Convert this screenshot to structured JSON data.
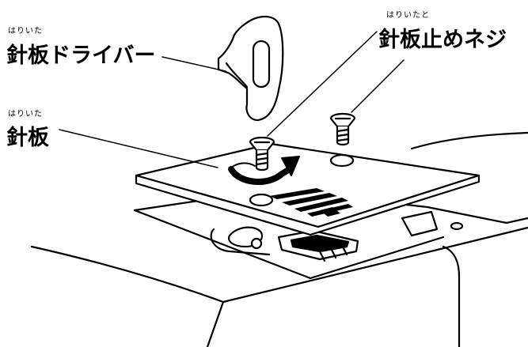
{
  "labels": {
    "driver": {
      "ruby": "はりいた",
      "text": "針板ドライバー"
    },
    "plate": {
      "ruby": "はりいた",
      "text": "針板"
    },
    "screw": {
      "ruby": "はりいたと",
      "text": "針板止めネジ"
    }
  },
  "colors": {
    "line": "#000000",
    "fill": "#ffffff"
  },
  "icons": [
    "screwdriver-icon",
    "screw-icon",
    "rotation-arrow-icon"
  ]
}
